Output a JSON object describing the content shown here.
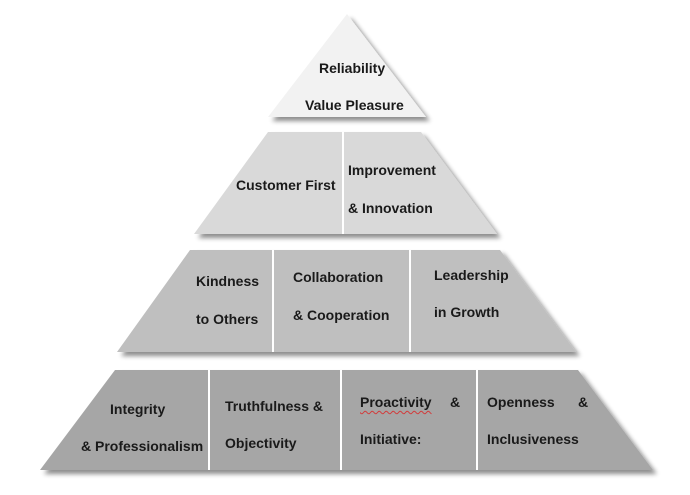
{
  "levels": [
    {
      "name": "top",
      "fill": "#f2f2f2",
      "cells": [
        {
          "lines": [
            "Reliability",
            "Value Pleasure"
          ]
        }
      ]
    },
    {
      "name": "second",
      "fill": "#d9d9d9",
      "cells": [
        {
          "lines": [
            "Customer First"
          ]
        },
        {
          "lines": [
            "Improvement",
            "& Innovation"
          ]
        }
      ]
    },
    {
      "name": "third",
      "fill": "#bfbfbf",
      "cells": [
        {
          "lines": [
            "Kindness",
            "to Others"
          ]
        },
        {
          "lines": [
            "Collaboration",
            "& Cooperation"
          ]
        },
        {
          "lines": [
            "Leadership",
            "in Growth"
          ]
        }
      ]
    },
    {
      "name": "bottom",
      "fill": "#a6a6a6",
      "cells": [
        {
          "lines": [
            "Integrity",
            "& Professionalism"
          ]
        },
        {
          "lines": [
            "Truthfulness &",
            "Objectivity"
          ]
        },
        {
          "lines": [
            "Proactivity",
            "&",
            "Initiative:"
          ]
        },
        {
          "lines": [
            "Openness",
            "&",
            "Inclusiveness"
          ]
        }
      ]
    }
  ],
  "colors": {
    "shadow": "#8c8c8c",
    "divider": "#ffffff",
    "text": "#1a1a1a",
    "spellcheck_underline": "#d23a3a"
  }
}
